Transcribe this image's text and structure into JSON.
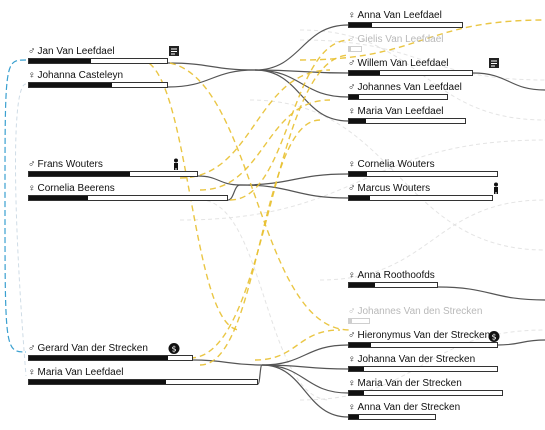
{
  "people": {
    "jan": {
      "name": "Jan Van Leefdael",
      "sex": "male",
      "faded": false,
      "fill": 0.45
    },
    "johanna_c": {
      "name": "Johanna Casteleyn",
      "sex": "female",
      "faded": false,
      "fill": 0.6
    },
    "frans": {
      "name": "Frans Wouters",
      "sex": "male",
      "faded": false,
      "fill": 0.6
    },
    "cornelia_b": {
      "name": "Cornelia Beerens",
      "sex": "female",
      "faded": false,
      "fill": 0.3
    },
    "gerard": {
      "name": "Gerard Van der Strecken",
      "sex": "male",
      "faded": false,
      "fill": 0.85
    },
    "maria_l": {
      "name": "Maria Van Leefdael",
      "sex": "female",
      "faded": false,
      "fill": 0.6
    },
    "anna_l": {
      "name": "Anna Van Leefdael",
      "sex": "female",
      "faded": false,
      "fill": 0.2
    },
    "gielis": {
      "name": "Gielis Van Leefdael",
      "sex": "male",
      "faded": true,
      "fill": 0.15
    },
    "willem": {
      "name": "Willem Van Leefdael",
      "sex": "male",
      "faded": false,
      "fill": 0.25
    },
    "johannes_l": {
      "name": "Johannes Van Leefdael",
      "sex": "male",
      "faded": false,
      "fill": 0.1
    },
    "maria_vl": {
      "name": "Maria Van Leefdael",
      "sex": "female",
      "faded": false,
      "fill": 0.15
    },
    "cornelia_w": {
      "name": "Cornelia Wouters",
      "sex": "female",
      "faded": false,
      "fill": 0.12
    },
    "marcus": {
      "name": "Marcus Wouters",
      "sex": "male",
      "faded": false,
      "fill": 0.15
    },
    "anna_r": {
      "name": "Anna Roothoofds",
      "sex": "female",
      "faded": false,
      "fill": 0.3
    },
    "johannes_s": {
      "name": "Johannes Van den Strecken",
      "sex": "male",
      "faded": true,
      "fill": 0.15
    },
    "hieronymus": {
      "name": "Hieronymus Van der Strecken",
      "sex": "male",
      "faded": false,
      "fill": 0.15
    },
    "johanna_s": {
      "name": "Johanna Van der Strecken",
      "sex": "female",
      "faded": false,
      "fill": 0.1
    },
    "maria_s": {
      "name": "Maria Van der Strecken",
      "sex": "female",
      "faded": false,
      "fill": 0.1
    },
    "anna_s": {
      "name": "Anna Van der Strecken",
      "sex": "female",
      "faded": false,
      "fill": 0.12
    }
  },
  "symbols": {
    "male": "♂",
    "female": "♀"
  },
  "icons": [
    {
      "id": "scroll-icon-jan",
      "name": "scroll-icon"
    },
    {
      "id": "scroll-icon-willem",
      "name": "scroll-icon"
    },
    {
      "id": "person-icon-frans",
      "name": "person-icon"
    },
    {
      "id": "person-icon-marcus",
      "name": "person-icon"
    },
    {
      "id": "money-bag-icon-gerard",
      "name": "money-bag-icon"
    },
    {
      "id": "money-bag-icon-hieronymus",
      "name": "money-bag-icon"
    }
  ],
  "colors": {
    "line": "#555555",
    "dash_gold": "#e8c030",
    "dash_blue": "#3aa0d0",
    "faint": "#dddddd"
  }
}
